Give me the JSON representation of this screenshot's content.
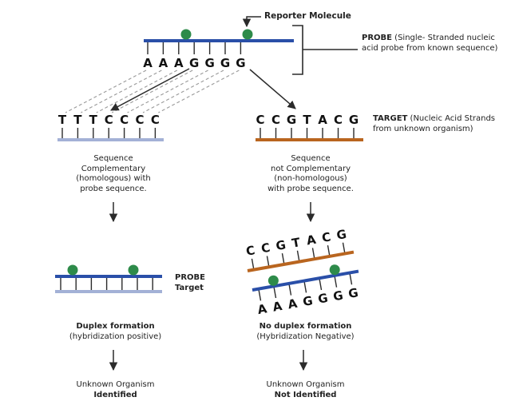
{
  "colors": {
    "probe": "#2a4fa8",
    "target_homologous": "#a3b1d6",
    "target_unknown": "#b9651f",
    "reporter": "#2e8b4a",
    "line": "#2b2b2b",
    "dash": "#9a9a9a"
  },
  "reporter": {
    "label": "Reporter Molecule"
  },
  "probe": {
    "sequence": [
      "A",
      "A",
      "A",
      "G",
      "G",
      "G",
      "G"
    ],
    "label_bold": "PROBE",
    "label_rest": " (Single- Stranded nucleic acid probe from known sequence)"
  },
  "target_homologous": {
    "sequence": [
      "T",
      "T",
      "T",
      "C",
      "C",
      "C",
      "C"
    ],
    "caption": [
      "Sequence",
      "Complementary",
      "(homologous) with",
      "probe sequence."
    ]
  },
  "target_unknown": {
    "sequence": [
      "C",
      "C",
      "G",
      "T",
      "A",
      "C",
      "G"
    ],
    "label_bold": "TARGET",
    "label_rest": " (Nucleic Acid Strands from unknown organism)",
    "caption": [
      "Sequence",
      "not Complementary",
      "(non-homologous)",
      "with probe sequence."
    ]
  },
  "duplex": {
    "legend_probe": "PROBE",
    "legend_target": "Target",
    "result_bold": "Duplex formation",
    "result_rest": "(hybridization positive)",
    "outcome": "Unknown Organism",
    "outcome_bold": "Identified"
  },
  "no_duplex": {
    "top_sequence": [
      "C",
      "C",
      "G",
      "T",
      "A",
      "C",
      "G"
    ],
    "bottom_sequence": [
      "A",
      "A",
      "A",
      "G",
      "G",
      "G",
      "G"
    ],
    "result_bold": "No duplex formation",
    "result_rest": "(Hybridization Negative)",
    "outcome": "Unknown Organism",
    "outcome_bold": "Not Identified"
  }
}
